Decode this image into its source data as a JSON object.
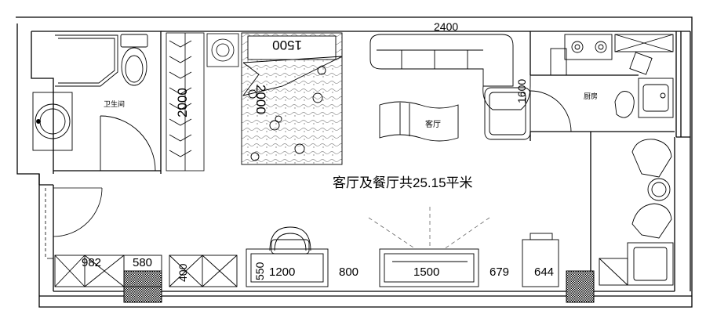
{
  "rooms": {
    "bathroom": "卫生间",
    "kitchen": "厨房",
    "living": "客厅"
  },
  "summary_label": "客厅及餐厅共25.15平米",
  "dimensions": {
    "top_width": "2400",
    "bed_width": "1500",
    "bed_length": "2000",
    "wardrobe_length": "2000",
    "sofa_depth": "1600",
    "cabinet_a": "982",
    "cabinet_b": "580",
    "cabinet_c": "400",
    "desk_depth": "550",
    "desk_width": "1200",
    "gap": "800",
    "tv_unit": "1500",
    "gap_b": "679",
    "unit_c": "644"
  }
}
